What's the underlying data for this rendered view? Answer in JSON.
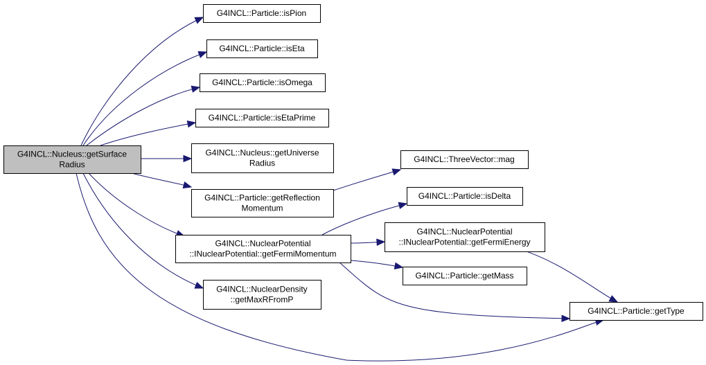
{
  "colors": {
    "edge": "#191970",
    "root_fill": "#bfbfbf",
    "node_fill": "#ffffff",
    "border": "#000000"
  },
  "nodes": {
    "root": [
      "G4INCL::Nucleus::getSurface",
      "Radius"
    ],
    "isPion": [
      "G4INCL::Particle::isPion"
    ],
    "isEta": [
      "G4INCL::Particle::isEta"
    ],
    "isOmega": [
      "G4INCL::Particle::isOmega"
    ],
    "isEtaPrime": [
      "G4INCL::Particle::isEtaPrime"
    ],
    "getUniverseRadius": [
      "G4INCL::Nucleus::getUniverse",
      "Radius"
    ],
    "getReflectionMomentum": [
      "G4INCL::Particle::getReflection",
      "Momentum"
    ],
    "getFermiMomentum": [
      "G4INCL::NuclearPotential",
      "::INuclearPotential::getFermiMomentum"
    ],
    "getMaxRFromP": [
      "G4INCL::NuclearDensity",
      "::getMaxRFromP"
    ],
    "mag": [
      "G4INCL::ThreeVector::mag"
    ],
    "isDelta": [
      "G4INCL::Particle::isDelta"
    ],
    "getFermiEnergy": [
      "G4INCL::NuclearPotential",
      "::INuclearPotential::getFermiEnergy"
    ],
    "getMass": [
      "G4INCL::Particle::getMass"
    ],
    "getType": [
      "G4INCL::Particle::getType"
    ]
  },
  "edges": [
    [
      "root",
      "isPion"
    ],
    [
      "root",
      "isEta"
    ],
    [
      "root",
      "isOmega"
    ],
    [
      "root",
      "isEtaPrime"
    ],
    [
      "root",
      "getUniverseRadius"
    ],
    [
      "root",
      "getReflectionMomentum"
    ],
    [
      "root",
      "getFermiMomentum"
    ],
    [
      "root",
      "getMaxRFromP"
    ],
    [
      "root",
      "getType"
    ],
    [
      "getReflectionMomentum",
      "mag"
    ],
    [
      "getFermiMomentum",
      "isDelta"
    ],
    [
      "getFermiMomentum",
      "getFermiEnergy"
    ],
    [
      "getFermiMomentum",
      "getMass"
    ],
    [
      "getFermiMomentum",
      "getType"
    ],
    [
      "getFermiEnergy",
      "getType"
    ]
  ]
}
